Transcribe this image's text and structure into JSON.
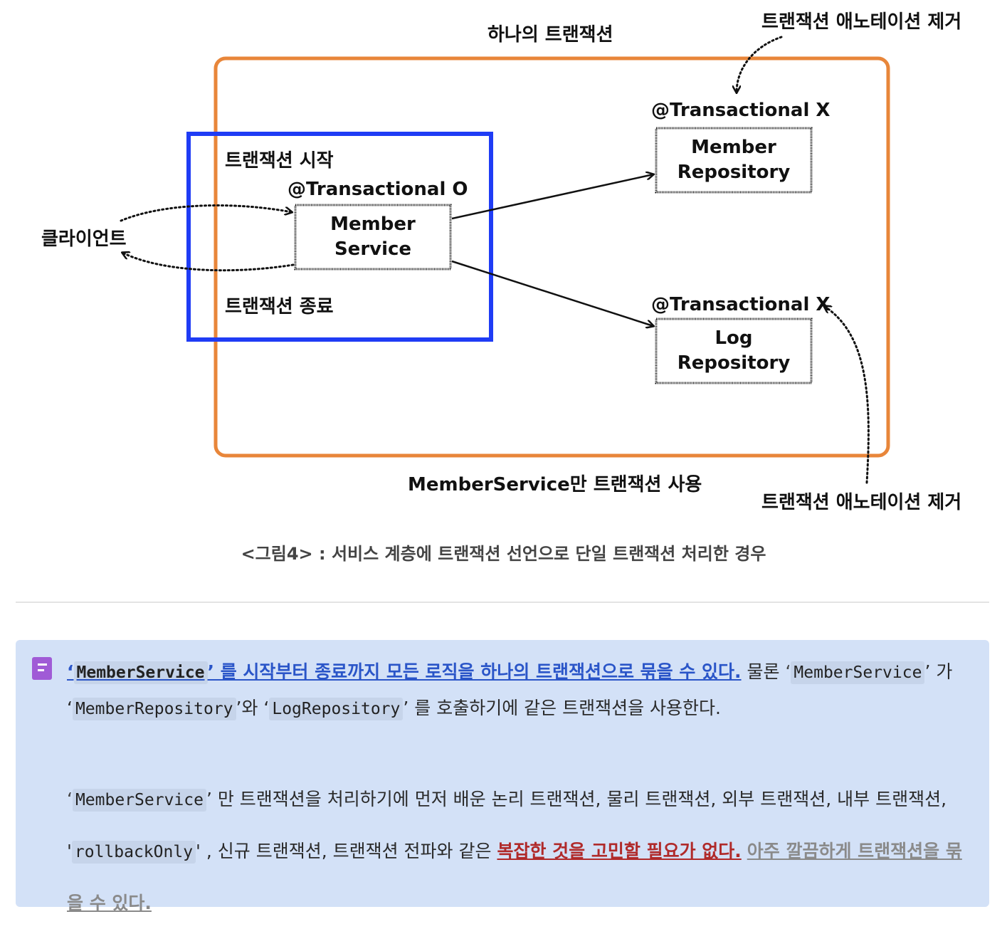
{
  "figure": {
    "title_top": "하나의 트랜잭션",
    "annotation_removed_top": "트랜잭션 애노테이션 제거",
    "annotation_removed_bottom": "트랜잭션 애노테이션 제거",
    "tx_start": "트랜잭션 시작",
    "tx_end": "트랜잭션 종료",
    "client": "클라이언트",
    "service_annotation": "@Transactional O",
    "service_line1": "Member",
    "service_line2": "Service",
    "member_repo_annotation": "@Transactional X",
    "member_repo_line1": "Member",
    "member_repo_line2": "Repository",
    "log_repo_annotation": "@Transactional X",
    "log_repo_line1": "Log",
    "log_repo_line2": "Repository",
    "bottom_label": "MemberService만 트랜잭션 사용",
    "colors": {
      "outer_box": "#e8863a",
      "highlight_box": "#1f3cf5"
    }
  },
  "caption": "<그림4> : 서비스 계층에 트랜잭션 선언으로 단일 트랜잭션 처리한 경우",
  "callout": {
    "icon": "note-icon",
    "p1": {
      "q1": "‘",
      "code1": "MemberService",
      "link_text": "’ 를 시작부터 종료까지 모든 로직을 하나의 트랜잭션으로 묶을 수 있다.",
      "t1": " 물론 ",
      "q2": "‘",
      "code2": "MemberService",
      "t2": "’ 가 ‘",
      "code3": "MemberRepository",
      "t3": "’와 ‘",
      "code4": "LogRepository",
      "t4": "’ 를 호출하기에 같은 트랜잭션을 사용한다."
    },
    "p2": {
      "q1": "‘",
      "code1": "MemberService",
      "t1": "’ 만 트랜잭션을 처리하기에 먼저 배운 논리 트랜잭션, 물리 트랜잭션, 외부 트랜잭션, 내부 트랜잭션, '",
      "code2": "rollbackOnly",
      "t2": "' , 신규 트랜잭션, 트랜잭션 전파와 같은 ",
      "red": "복잡한 것을 고민할 필요가 없다.",
      "t3": " ",
      "grey": "아주 깔끔하게 트랜잭션을 묶을 수 있다."
    }
  }
}
